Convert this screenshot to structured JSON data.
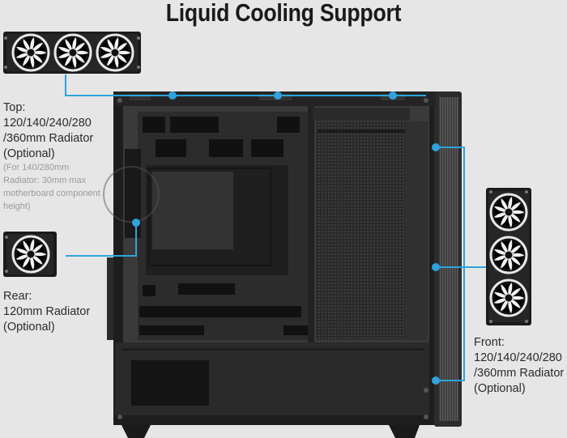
{
  "title": "Liquid Cooling Support",
  "top": {
    "label_line1": "Top:",
    "label_line2": "120/140/240/280",
    "label_line3": "/360mm Radiator",
    "label_line4": "(Optional)",
    "note_line1": "(For 140/280mm",
    "note_line2": "Radiator: 30mm max",
    "note_line3": "motherboard component",
    "note_line4": "height)"
  },
  "rear": {
    "label_line1": "Rear:",
    "label_line2": "120mm Radiator",
    "label_line3": "(Optional)"
  },
  "front": {
    "label_line1": "Front:",
    "label_line2": "120/140/240/280",
    "label_line3": "/360mm Radiator",
    "label_line4": "(Optional)"
  },
  "colors": {
    "accent": "#2ea3dc",
    "case": "#1e1e1e",
    "background": "#e6e6e6"
  }
}
